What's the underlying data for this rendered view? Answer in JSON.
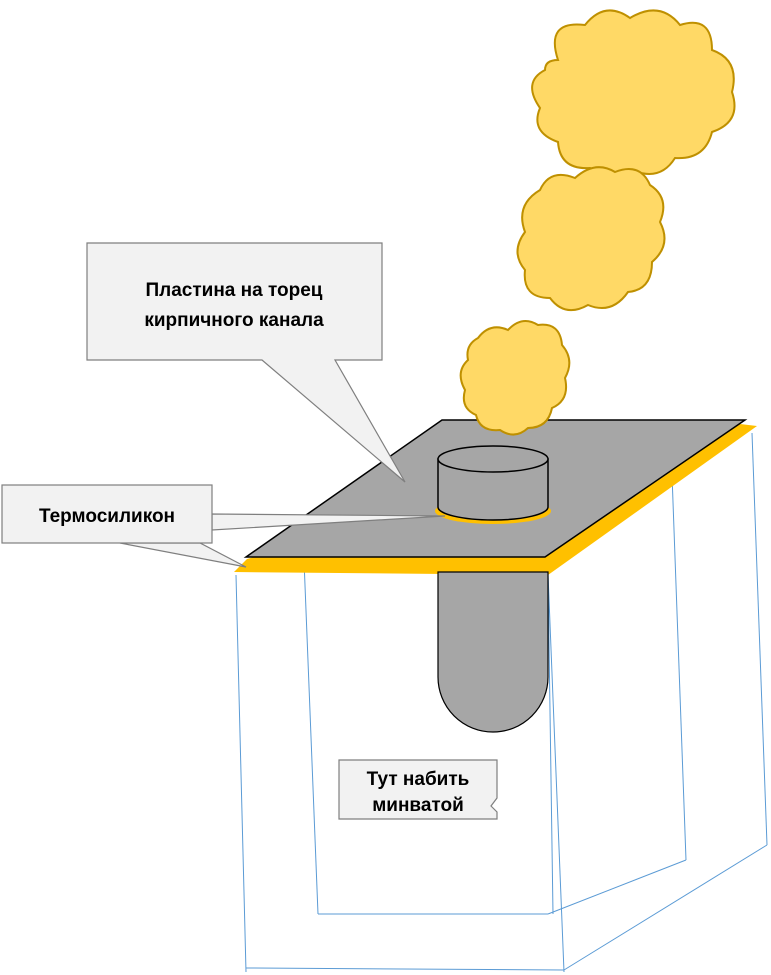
{
  "callouts": {
    "plate": {
      "line1": "Пластина на торец",
      "line2": "кирпичного канала"
    },
    "sealant": {
      "text": "Термосиликон"
    },
    "wool": {
      "line1": "Тут набить",
      "line2": "минватой"
    }
  },
  "colors": {
    "plate": "#a6a6a6",
    "sealant": "#ffc000",
    "smoke_fill": "#ffd966",
    "smoke_stroke": "#bf9000",
    "brick_lines": "#5b9bd5",
    "callout_fill": "#f2f2f2",
    "callout_stroke": "#7f7f7f"
  },
  "icons": [
    "smoke-puff-icon",
    "chimney-pipe-icon"
  ]
}
